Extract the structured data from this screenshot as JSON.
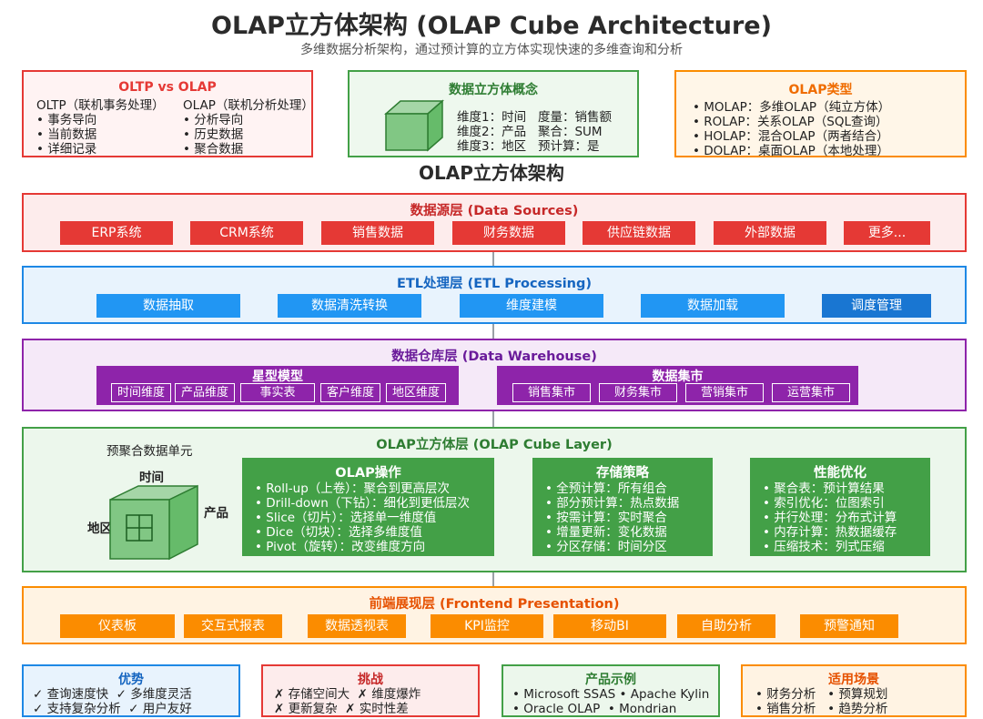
{
  "title": "OLAP立方体架构 (OLAP Cube Architecture)",
  "subtitle": "多维数据分析架构，通过预计算的立方体实现快速的多维查询和分析",
  "center_title": "OLAP立方体架构",
  "top_cards": {
    "oltp_vs_olap": {
      "title": "OLTP vs OLAP",
      "oltp": [
        "OLTP（联机事务处理）",
        "• 事务导向",
        "• 当前数据",
        "• 详细记录"
      ],
      "olap": [
        "OLAP（联机分析处理）",
        "• 分析导向",
        "• 历史数据",
        "• 聚合数据"
      ]
    },
    "cube_concept": {
      "title": "数据立方体概念",
      "lines": [
        "维度1：时间   度量：销售额",
        "维度2：产品   聚合：SUM",
        "维度3：地区   预计算：是"
      ]
    },
    "olap_types": {
      "title": "OLAP类型",
      "lines": [
        "• MOLAP：多维OLAP（纯立方体）",
        "• ROLAP：关系OLAP（SQL查询）",
        "• HOLAP：混合OLAP（两者结合）",
        "• DOLAP：桌面OLAP（本地处理）"
      ]
    }
  },
  "layers": {
    "sources": {
      "title": "数据源层 (Data Sources)",
      "items": [
        "ERP系统",
        "CRM系统",
        "销售数据",
        "财务数据",
        "供应链数据",
        "外部数据",
        "更多..."
      ]
    },
    "etl": {
      "title": "ETL处理层 (ETL Processing)",
      "items": [
        "数据抽取",
        "数据清洗转换",
        "维度建模",
        "数据加载",
        "调度管理"
      ]
    },
    "warehouse": {
      "title": "数据仓库层 (Data Warehouse)",
      "star": {
        "title": "星型模型",
        "items": [
          "时间维度",
          "产品维度",
          "事实表",
          "客户维度",
          "地区维度"
        ]
      },
      "marts": {
        "title": "数据集市",
        "items": [
          "销售集市",
          "财务集市",
          "营销集市",
          "运营集市"
        ]
      }
    },
    "cube": {
      "title": "OLAP立方体层 (OLAP Cube Layer)",
      "caption": "预聚合数据单元",
      "axis_time": "时间",
      "axis_product": "产品",
      "axis_region": "地区",
      "operations": {
        "title": "OLAP操作",
        "lines": [
          "• Roll-up（上卷）：聚合到更高层次",
          "• Drill-down（下钻）：细化到更低层次",
          "• Slice（切片）：选择单一维度值",
          "• Dice（切块）：选择多维度值",
          "• Pivot（旋转）：改变维度方向"
        ]
      },
      "storage": {
        "title": "存储策略",
        "lines": [
          "• 全预计算：所有组合",
          "• 部分预计算：热点数据",
          "• 按需计算：实时聚合",
          "• 增量更新：变化数据",
          "• 分区存储：时间分区"
        ]
      },
      "performance": {
        "title": "性能优化",
        "lines": [
          "• 聚合表：预计算结果",
          "• 索引优化：位图索引",
          "• 并行处理：分布式计算",
          "• 内存计算：热数据缓存",
          "• 压缩技术：列式压缩"
        ]
      }
    },
    "frontend": {
      "title": "前端展现层 (Frontend Presentation)",
      "items": [
        "仪表板",
        "交互式报表",
        "数据透视表",
        "KPI监控",
        "移动BI",
        "自助分析",
        "预警通知"
      ]
    }
  },
  "bottom_cards": {
    "advantages": {
      "title": "优势",
      "lines": [
        "✓ 查询速度快  ✓ 多维度灵活",
        "✓ 支持复杂分析  ✓ 用户友好"
      ]
    },
    "challenges": {
      "title": "挑战",
      "lines": [
        "✗ 存储空间大  ✗ 维度爆炸",
        "✗ 更新复杂  ✗ 实时性差"
      ]
    },
    "products": {
      "title": "产品示例",
      "lines": [
        "• Microsoft SSAS • Apache Kylin",
        "• Oracle OLAP  • Mondrian"
      ]
    },
    "scenarios": {
      "title": "适用场景",
      "lines": [
        "• 财务分析   • 预算规划",
        "• 销售分析   • 趋势分析"
      ]
    }
  },
  "colors": {
    "red": "#e53935",
    "blue": "#1e88e5",
    "purple": "#8e24aa",
    "green": "#43a047",
    "orange": "#fb8c00"
  }
}
